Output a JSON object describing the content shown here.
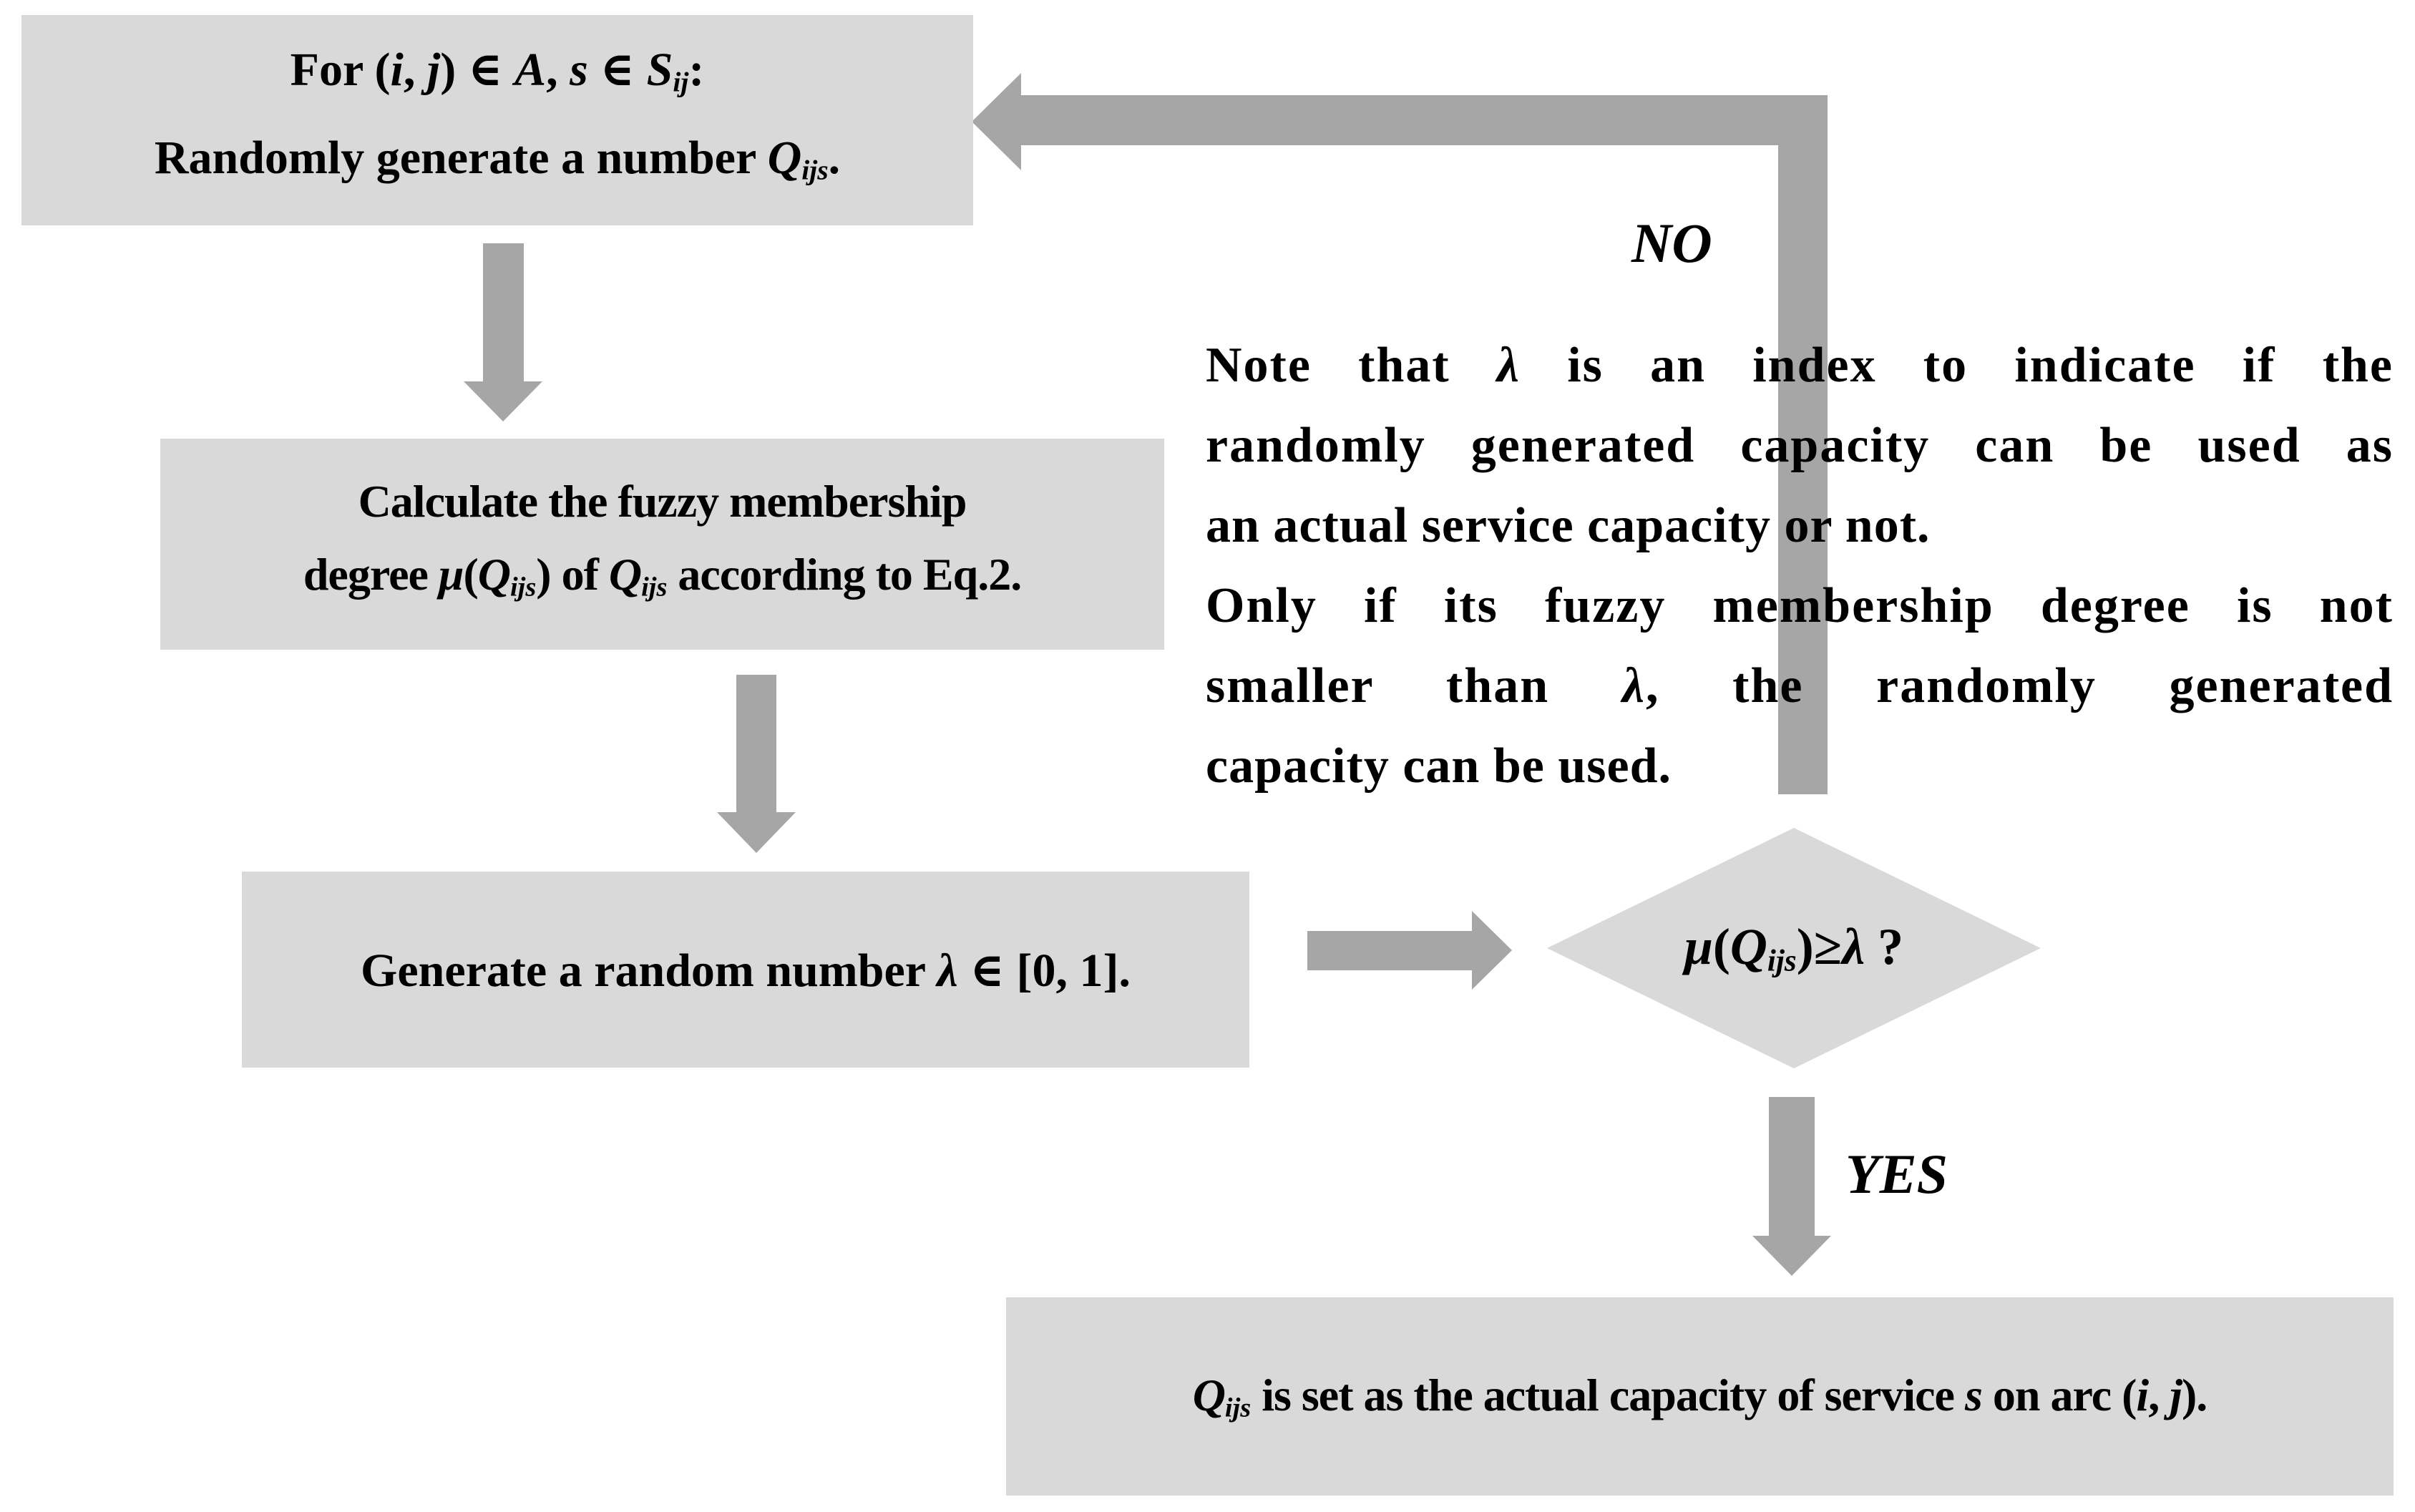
{
  "palette": {
    "background": "#ffffff",
    "node_fill": "#d9d9d9",
    "arrow_fill": "#a6a6a6",
    "text_color": "#000000"
  },
  "nodes": {
    "box1": {
      "lines": [
        [
          {
            "t": "For ("
          },
          {
            "t": "i",
            "it": true
          },
          {
            "t": ", "
          },
          {
            "t": "j",
            "it": true
          },
          {
            "t": ") ∈ "
          },
          {
            "t": "A",
            "it": true
          },
          {
            "t": ", "
          },
          {
            "t": "s",
            "it": true
          },
          {
            "t": " ∈ "
          },
          {
            "t": "S",
            "it": true
          },
          {
            "t": "ij",
            "it": true,
            "sub": true
          },
          {
            "t": ":"
          }
        ],
        [
          {
            "t": "Randomly generate a number "
          },
          {
            "t": "Q",
            "it": true
          },
          {
            "t": "ijs",
            "it": true,
            "sub": true
          },
          {
            "t": "."
          }
        ]
      ]
    },
    "box2": {
      "lines": [
        [
          {
            "t": "Calculate the fuzzy membership"
          }
        ],
        [
          {
            "t": "degree "
          },
          {
            "t": "μ",
            "it": true
          },
          {
            "t": "("
          },
          {
            "t": "Q",
            "it": true
          },
          {
            "t": "ijs",
            "it": true,
            "sub": true
          },
          {
            "t": ") of "
          },
          {
            "t": "Q",
            "it": true
          },
          {
            "t": "ijs",
            "it": true,
            "sub": true
          },
          {
            "t": " according to Eq.2."
          }
        ]
      ]
    },
    "box3": {
      "lines": [
        [
          {
            "t": "Generate a random number "
          },
          {
            "t": "λ",
            "it": true
          },
          {
            "t": " ∈ [0, 1]."
          }
        ]
      ]
    },
    "decision": {
      "lines": [
        [
          {
            "t": "μ",
            "it": true
          },
          {
            "t": "("
          },
          {
            "t": "Q",
            "it": true
          },
          {
            "t": "ijs",
            "it": true,
            "sub": true
          },
          {
            "t": ")"
          },
          {
            "t": "≥"
          },
          {
            "t": "λ",
            "it": true
          },
          {
            "t": " ?"
          }
        ]
      ]
    },
    "box4": {
      "lines": [
        [
          {
            "t": "Q",
            "it": true
          },
          {
            "t": "ijs",
            "it": true,
            "sub": true
          },
          {
            "t": " is set as the actual capacity of service "
          },
          {
            "t": "s",
            "it": true
          },
          {
            "t": " on arc ("
          },
          {
            "t": "i",
            "it": true
          },
          {
            "t": ", "
          },
          {
            "t": "j",
            "it": true
          },
          {
            "t": ")."
          }
        ]
      ]
    }
  },
  "edge_labels": {
    "no": "NO",
    "yes": "YES"
  },
  "note": {
    "lines": [
      [
        {
          "t": "Note that "
        },
        {
          "t": "λ",
          "it": true
        },
        {
          "t": " is an index to indicate if the"
        }
      ],
      [
        {
          "t": "randomly generated capacity can be used as"
        }
      ],
      [
        {
          "t": "an actual service capacity or not."
        }
      ],
      [
        {
          "t": "Only if its fuzzy membership degree is not"
        }
      ],
      [
        {
          "t": "smaller than "
        },
        {
          "t": "λ",
          "it": true
        },
        {
          "t": ", the randomly generated"
        }
      ],
      [
        {
          "t": "capacity can be used."
        }
      ]
    ]
  }
}
